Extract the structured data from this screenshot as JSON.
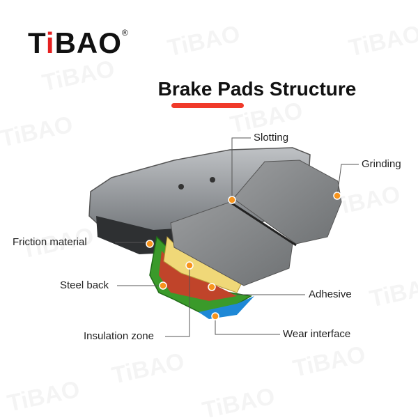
{
  "brand": {
    "name_prefix": "T",
    "name_i": "i",
    "name_suffix": "BAO",
    "registered": "®",
    "accent_color": "#e52020"
  },
  "watermark": "TiBAO",
  "title": "Brake Pads Structure",
  "underline_color": "#f03a2a",
  "marker_color": "#f7941d",
  "labels": {
    "slotting": "Slotting",
    "grinding": "Grinding",
    "friction_material": "Friction material",
    "steel_back": "Steel back",
    "adhesive": "Adhesive",
    "insulation_zone": "Insulation zone",
    "wear_interface": "Wear interface"
  }
}
